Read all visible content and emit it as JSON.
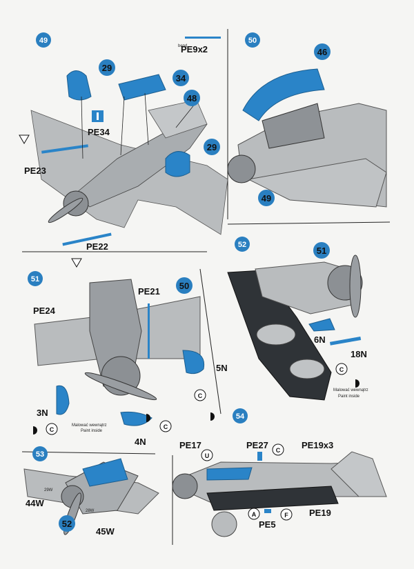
{
  "colors": {
    "step_blue": "#2a7fc0",
    "part_blue": "#2a84c8",
    "hull_gray": "#b9bcbe",
    "ink": "#111111"
  },
  "panels": {
    "p49": {
      "step": "49",
      "parts": [
        "29",
        "34",
        "48",
        "29"
      ],
      "pe_top": "PE9x2",
      "pe_top_note": "bend",
      "labels": [
        "PE34",
        "PE23",
        "PE22"
      ]
    },
    "p50": {
      "step": "50",
      "parts": [
        "46",
        "49"
      ]
    },
    "p51": {
      "step": "51",
      "parts": [
        "50"
      ],
      "labels": [
        "PE21",
        "PE24",
        "5N",
        "3N",
        "4N"
      ],
      "paint_pl": "Malować wewnątrz",
      "paint_en": "Paint inside",
      "circle_c": "C"
    },
    "p52": {
      "step": "52",
      "parts": [
        "51"
      ],
      "labels": [
        "6N",
        "18N"
      ],
      "paint_pl": "Malować wewnątrz",
      "paint_en": "Paint inside",
      "circle_c": "C"
    },
    "p53": {
      "step": "53",
      "parts": [
        "52"
      ],
      "labels": [
        "44W",
        "45W"
      ],
      "tiny": [
        "29W",
        "28W"
      ]
    },
    "p54": {
      "step": "54",
      "labels": [
        "PE17",
        "PE27",
        "PE19x3",
        "PE19",
        "PE5"
      ],
      "circles": [
        "U",
        "C",
        "A",
        "F"
      ]
    }
  }
}
